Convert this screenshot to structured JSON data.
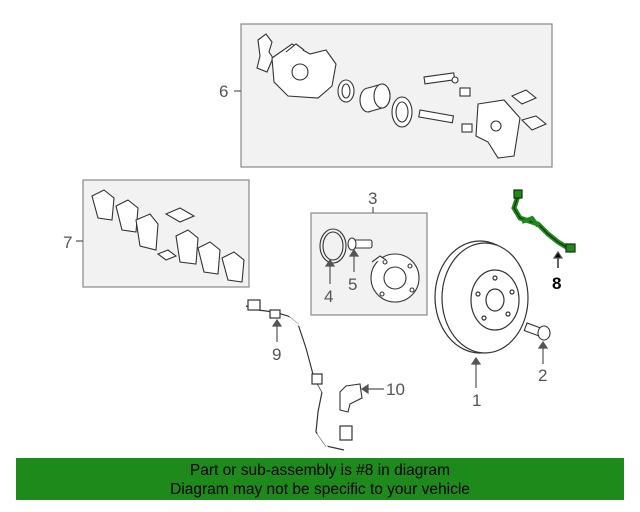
{
  "callouts": {
    "c1": "1",
    "c2": "2",
    "c3": "3",
    "c4": "4",
    "c5": "5",
    "c6": "6",
    "c7": "7",
    "c8": "8",
    "c9": "9",
    "c10": "10"
  },
  "highlight_color": "#1e8a1b",
  "banner": {
    "line1": "Part or sub-assembly is #8 in diagram",
    "line2": "Diagram may not be specific to your vehicle"
  }
}
